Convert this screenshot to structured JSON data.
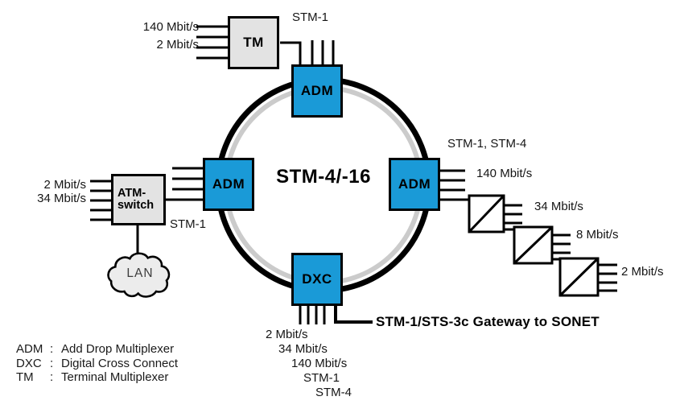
{
  "ring": {
    "label": "STM-4/-16"
  },
  "nodes": {
    "tm": {
      "label": "TM"
    },
    "adm_top": {
      "label": "ADM"
    },
    "adm_left": {
      "label": "ADM"
    },
    "adm_right": {
      "label": "ADM"
    },
    "dxc": {
      "label": "DXC"
    },
    "atm_switch": {
      "label_line1": "ATM-",
      "label_line2": "switch"
    },
    "lan": {
      "label": "LAN"
    }
  },
  "labels": {
    "tm_input_rate_1": "140 Mbit/s",
    "tm_input_rate_2": "2 Mbit/s",
    "tm_output": "STM-1",
    "atm_input_rate_1": "2 Mbit/s",
    "atm_input_rate_2": "34 Mbit/s",
    "atm_output": "STM-1",
    "adm_right_tributaries": "STM-1, STM-4",
    "adm_right_rate": "140 Mbit/s",
    "mux1_rate": "34 Mbit/s",
    "mux2_rate": "8 Mbit/s",
    "mux3_rate": "2 Mbit/s",
    "gateway": "STM-1/STS-3c Gateway to SONET",
    "dxc_outputs": [
      "2 Mbit/s",
      "34 Mbit/s",
      "140 Mbit/s",
      "STM-1",
      "STM-4"
    ]
  },
  "legend": [
    {
      "abbr": "ADM",
      "separator": ":",
      "definition": "Add Drop Multiplexer"
    },
    {
      "abbr": "DXC",
      "separator": ":",
      "definition": "Digital Cross Connect"
    },
    {
      "abbr": "TM",
      "separator": ":",
      "definition": "Terminal Multiplexer"
    }
  ],
  "colors": {
    "node_fill": "#1A9AD7",
    "equipment_fill": "#E3E3E3",
    "ring_outer": "#000000",
    "ring_inner": "#CBCBCB",
    "cloud_fill": "#ECECEC"
  }
}
